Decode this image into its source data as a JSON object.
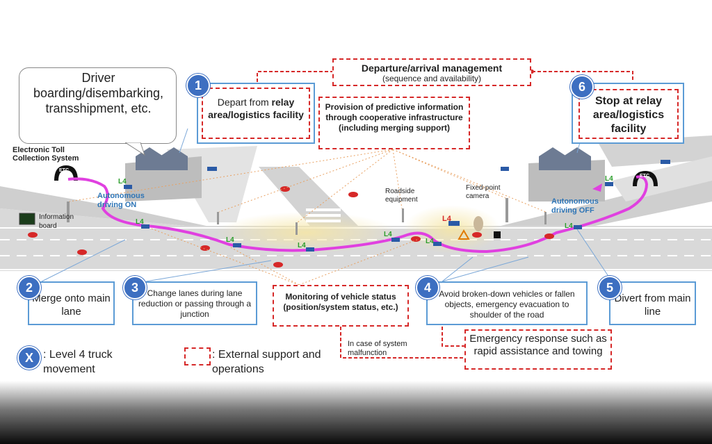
{
  "callouts": {
    "driver": "Driver boarding/disembarking, transshipment, etc.",
    "etc_system": "Electronic Toll Collection System",
    "info_board": "Information board",
    "auto_on": "Autonomous driving ON",
    "auto_off": "Autonomous driving OFF",
    "roadside": "Roadside equipment",
    "camera": "Fixed-point camera",
    "etc_label": "ETC",
    "l4": "L4"
  },
  "steps": [
    {
      "num": "1",
      "pre": "Depart from ",
      "bold": "relay",
      "rest": "area/logistics facility"
    },
    {
      "num": "2",
      "text": "Merge onto main lane"
    },
    {
      "num": "3",
      "text": "Change lanes during lane reduction or passing through a junction"
    },
    {
      "num": "4",
      "text": "Avoid broken-down vehicles or fallen objects, emergency evacuation to shoulder of the road"
    },
    {
      "num": "5",
      "text": "Divert from main line"
    },
    {
      "num": "6",
      "text": "Stop at relay area/logistics facility"
    }
  ],
  "support": {
    "departure_title": "Departure/arrival management",
    "departure_sub": "(sequence and availability)",
    "predictive": "Provision of predictive information through cooperative infrastructure (including merging support)",
    "monitoring": "Monitoring of vehicle status (position/system status, etc.)",
    "malfunction": "In case of system malfunction",
    "emergency": "Emergency response such as rapid assistance and towing"
  },
  "legend": {
    "x_symbol": "X",
    "x_text": "Level 4 truck movement",
    "dash_text": "External support and operations"
  },
  "colors": {
    "route": "#e040e0",
    "blue": "#3d6fc1",
    "red": "#d62828",
    "road": "#d9d9d9"
  }
}
